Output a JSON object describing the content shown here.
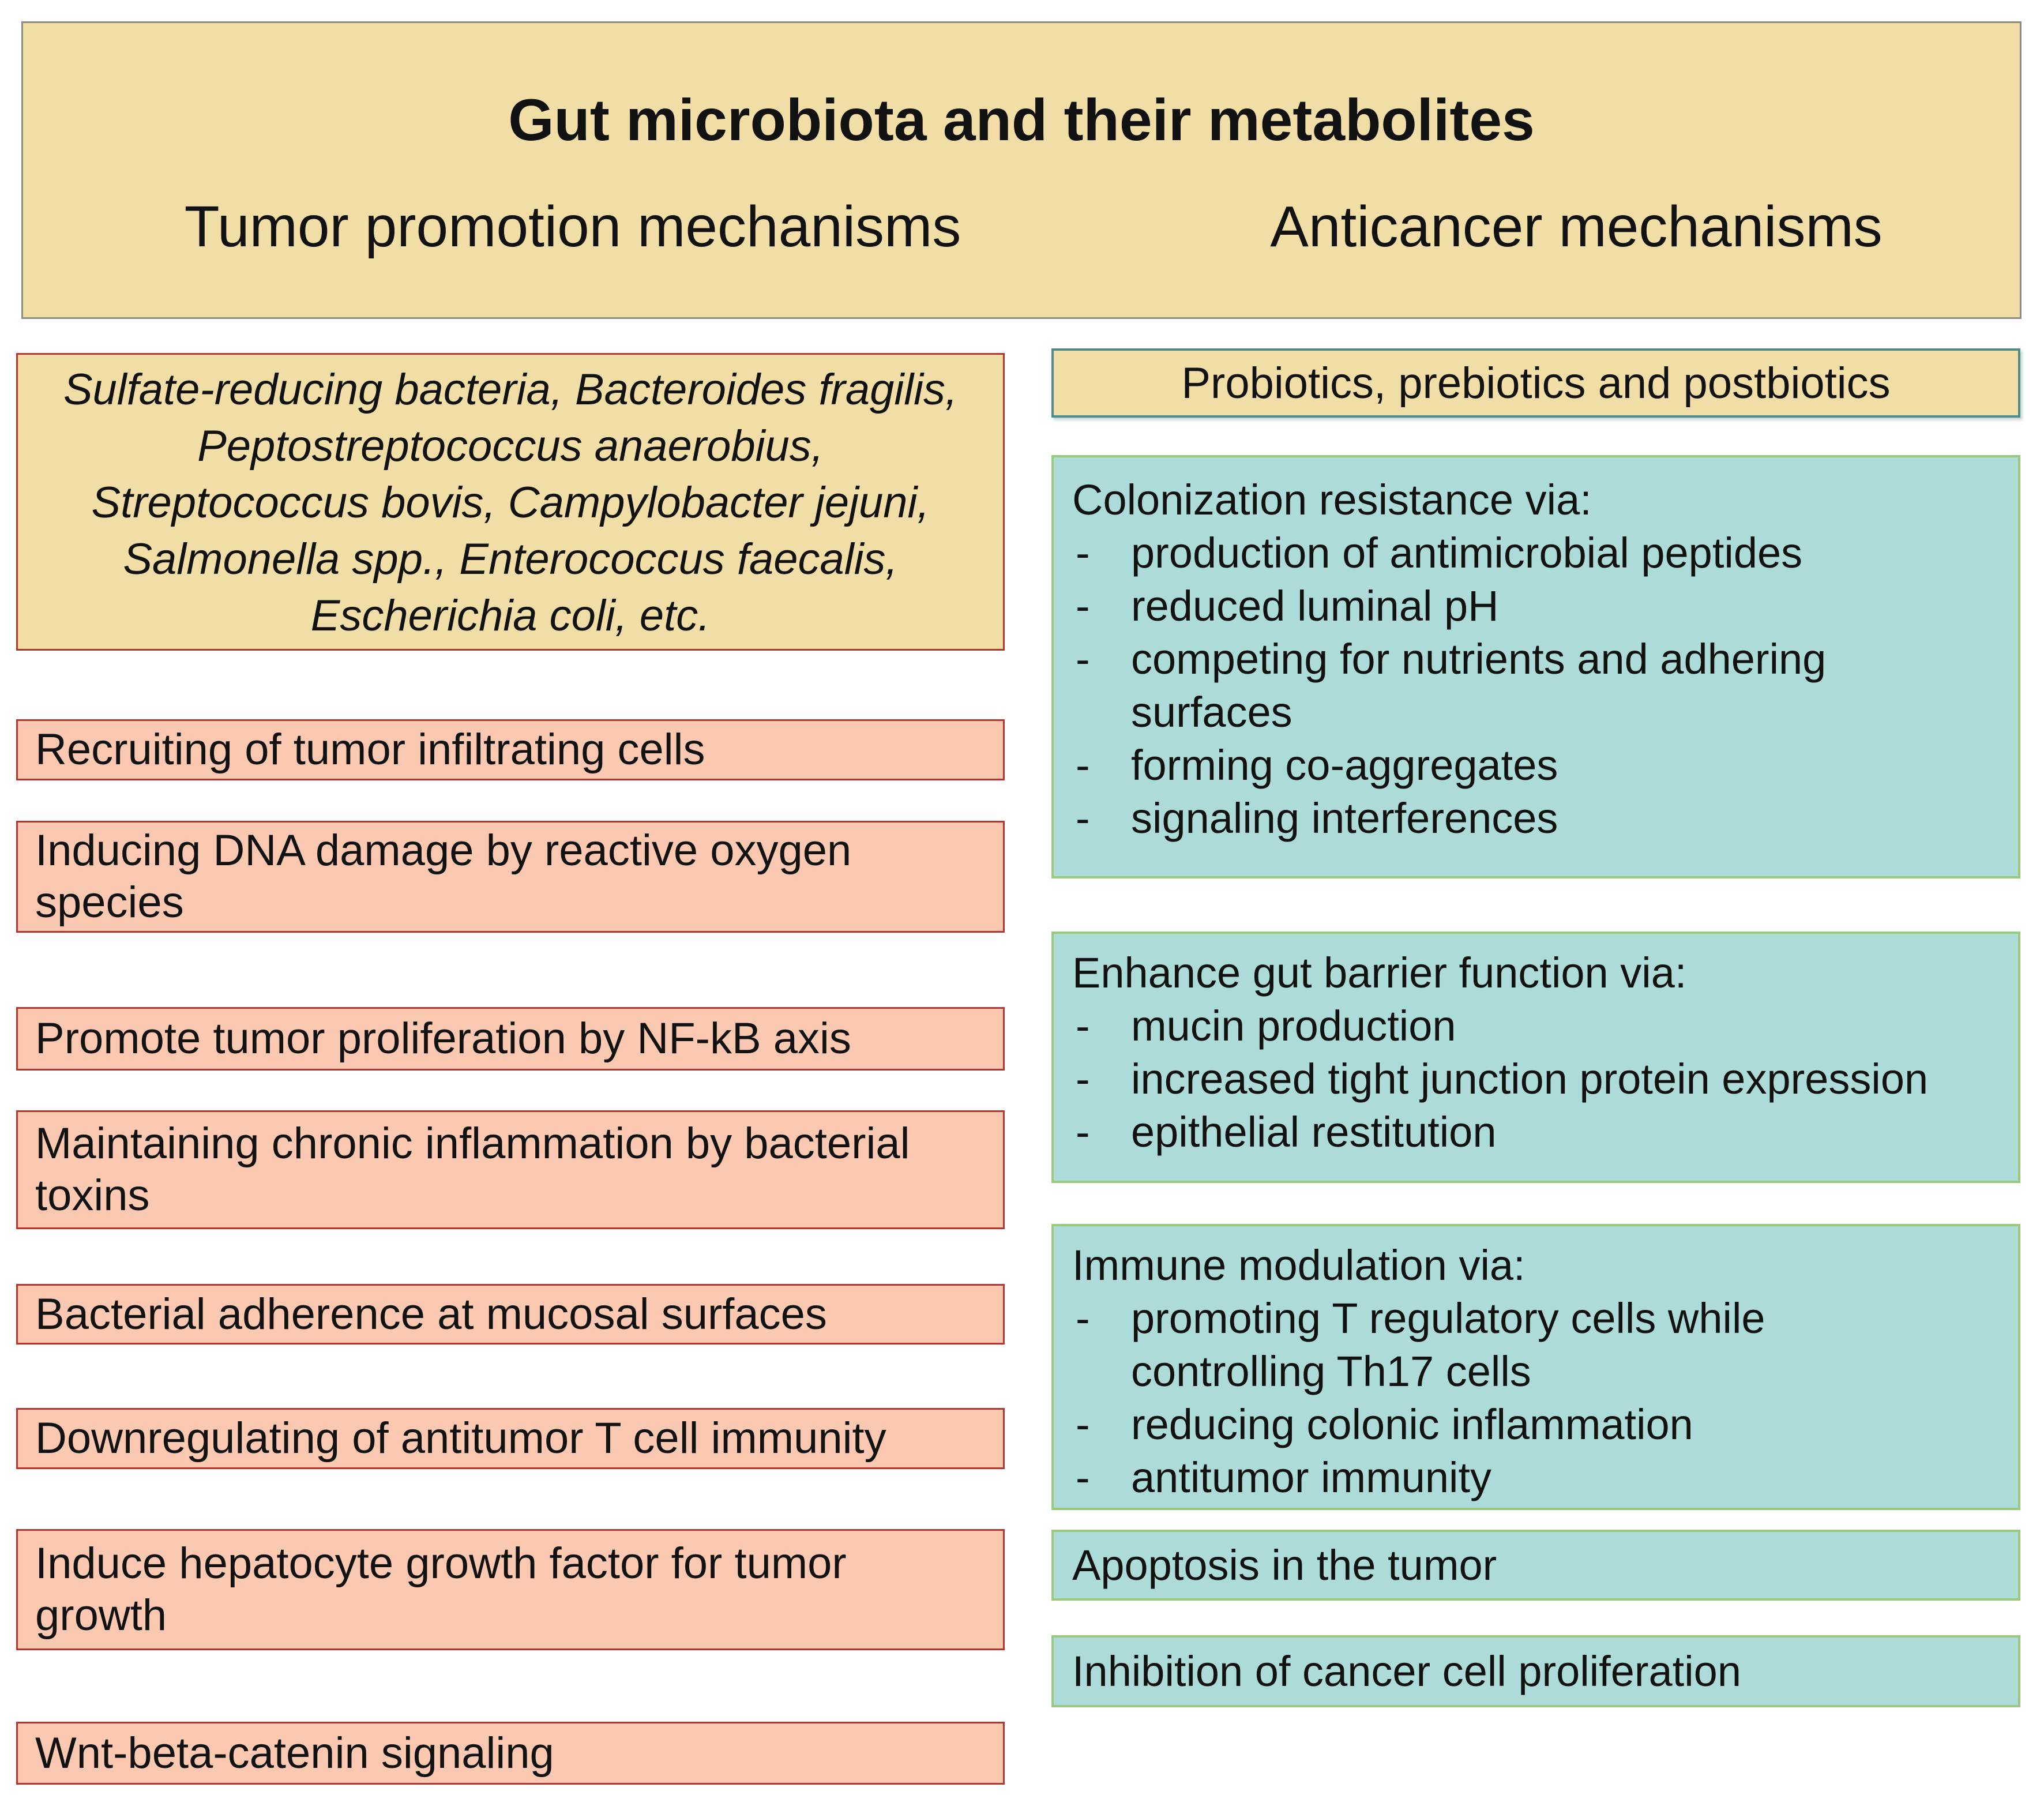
{
  "colors": {
    "tan_fill": "#F1DEA7",
    "salmon_fill": "#FBC8B2",
    "cyan_fill": "#ACDBD8",
    "red_border": "#B5342C",
    "teal_border": "#4E8C8B",
    "green_border": "#97CB7B",
    "gray_border": "#8F8E85",
    "text": "#121212"
  },
  "header": {
    "title": "Gut microbiota and their metabolites",
    "left_subtitle": "Tumor promotion mechanisms",
    "right_subtitle": "Anticancer mechanisms"
  },
  "left_column": {
    "species_box": {
      "lines": [
        "Sulfate-reducing bacteria, Bacteroides fragilis,",
        "Peptostreptococcus anaerobius,",
        "Streptococcus bovis, Campylobacter jejuni,",
        "Salmonella spp., Enterococcus faecalis,",
        "Escherichia coli, etc."
      ]
    },
    "boxes": [
      {
        "text": "Recruiting of tumor infiltrating cells"
      },
      {
        "text": "Inducing DNA damage by reactive oxygen\nspecies"
      },
      {
        "text": "Promote tumor proliferation by NF-kB axis"
      },
      {
        "text": "Maintaining chronic inflammation by bacterial\ntoxins"
      },
      {
        "text": "Bacterial adherence at mucosal surfaces"
      },
      {
        "text": "Downregulating of antitumor T cell immunity"
      },
      {
        "text": "Induce hepatocyte growth factor for tumor\ngrowth"
      },
      {
        "text": "Wnt-beta-catenin signaling"
      }
    ]
  },
  "right_column": {
    "header_box": {
      "text": "Probiotics, prebiotics and postbiotics"
    },
    "bullet_char": "-",
    "boxes": [
      {
        "title": "Colonization resistance via:",
        "items": [
          "production of antimicrobial peptides",
          "reduced luminal pH",
          "competing for nutrients and adhering\nsurfaces",
          "forming co-aggregates",
          "signaling interferences"
        ]
      },
      {
        "title": "Enhance gut barrier function via:",
        "items": [
          "mucin production",
          "increased tight junction protein expression",
          "epithelial restitution"
        ]
      },
      {
        "title": "Immune modulation via:",
        "items": [
          "promoting T regulatory cells while\ncontrolling Th17 cells",
          "reducing colonic inflammation",
          "antitumor immunity"
        ]
      },
      {
        "title": "Apoptosis in the tumor",
        "items": []
      },
      {
        "title": "Inhibition of cancer cell proliferation",
        "items": []
      }
    ]
  }
}
